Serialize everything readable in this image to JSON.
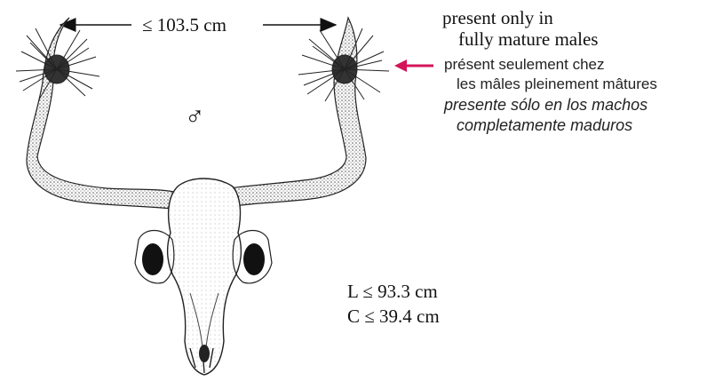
{
  "annotations": {
    "horn_span": "≤ 103.5 cm",
    "tuft_note": {
      "en_line1": "present only in",
      "en_line2": "fully mature males",
      "fr_line1": "présent seulement chez",
      "fr_line2": "les mâles pleinement mâtures",
      "es_line1": "presente sólo en los machos",
      "es_line2": "completamente maduros"
    },
    "sex_symbol": "♂",
    "skull_length": "L ≤ 93.3 cm",
    "skull_width": "C ≤ 39.4 cm"
  },
  "colors": {
    "pointer_arrow": "#d4145a",
    "ink": "#111111"
  }
}
